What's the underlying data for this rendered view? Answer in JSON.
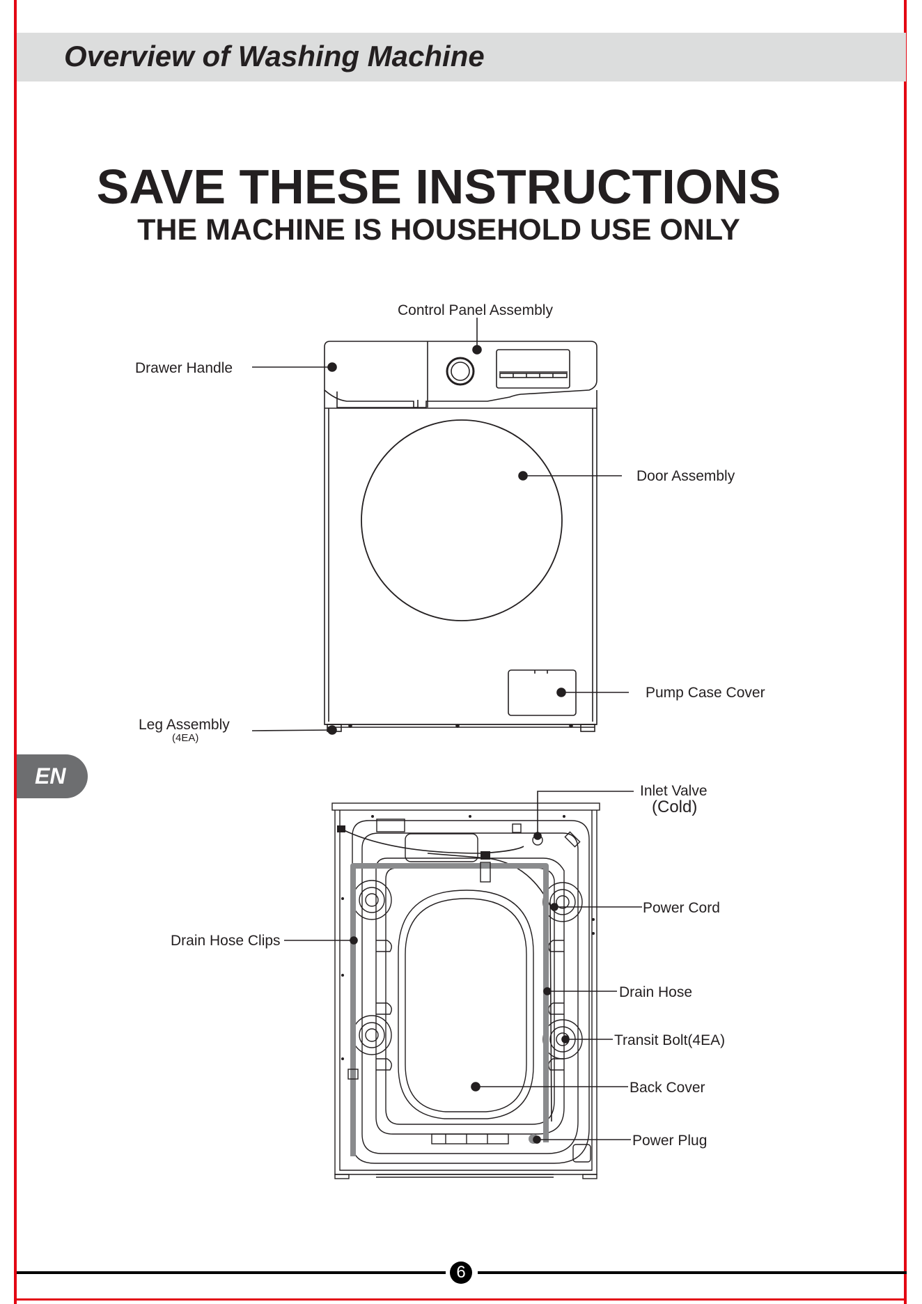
{
  "header": {
    "title": "Overview of Washing Machine"
  },
  "headline": {
    "main": "SAVE THESE INSTRUCTIONS",
    "sub": "THE MACHINE IS HOUSEHOLD USE ONLY"
  },
  "language_tab": "EN",
  "front_labels": {
    "control_panel": "Control Panel Assembly",
    "drawer_handle": "Drawer Handle",
    "door": "Door Assembly",
    "pump_case": "Pump Case Cover",
    "leg": "Leg Assembly",
    "leg_qty": "(4EA)"
  },
  "back_labels": {
    "inlet_valve": "Inlet Valve",
    "inlet_valve_note": "(Cold)",
    "power_cord": "Power Cord",
    "drain_hose_clips": "Drain Hose Clips",
    "drain_hose": "Drain Hose",
    "transit_bolt": "Transit Bolt(4EA)",
    "back_cover": "Back Cover",
    "power_plug": "Power Plug"
  },
  "footer": {
    "page_number": "6"
  },
  "colors": {
    "border": "#e30613",
    "header_band": "#dcdddd",
    "tab": "#6d6e70",
    "ink": "#231f20"
  }
}
